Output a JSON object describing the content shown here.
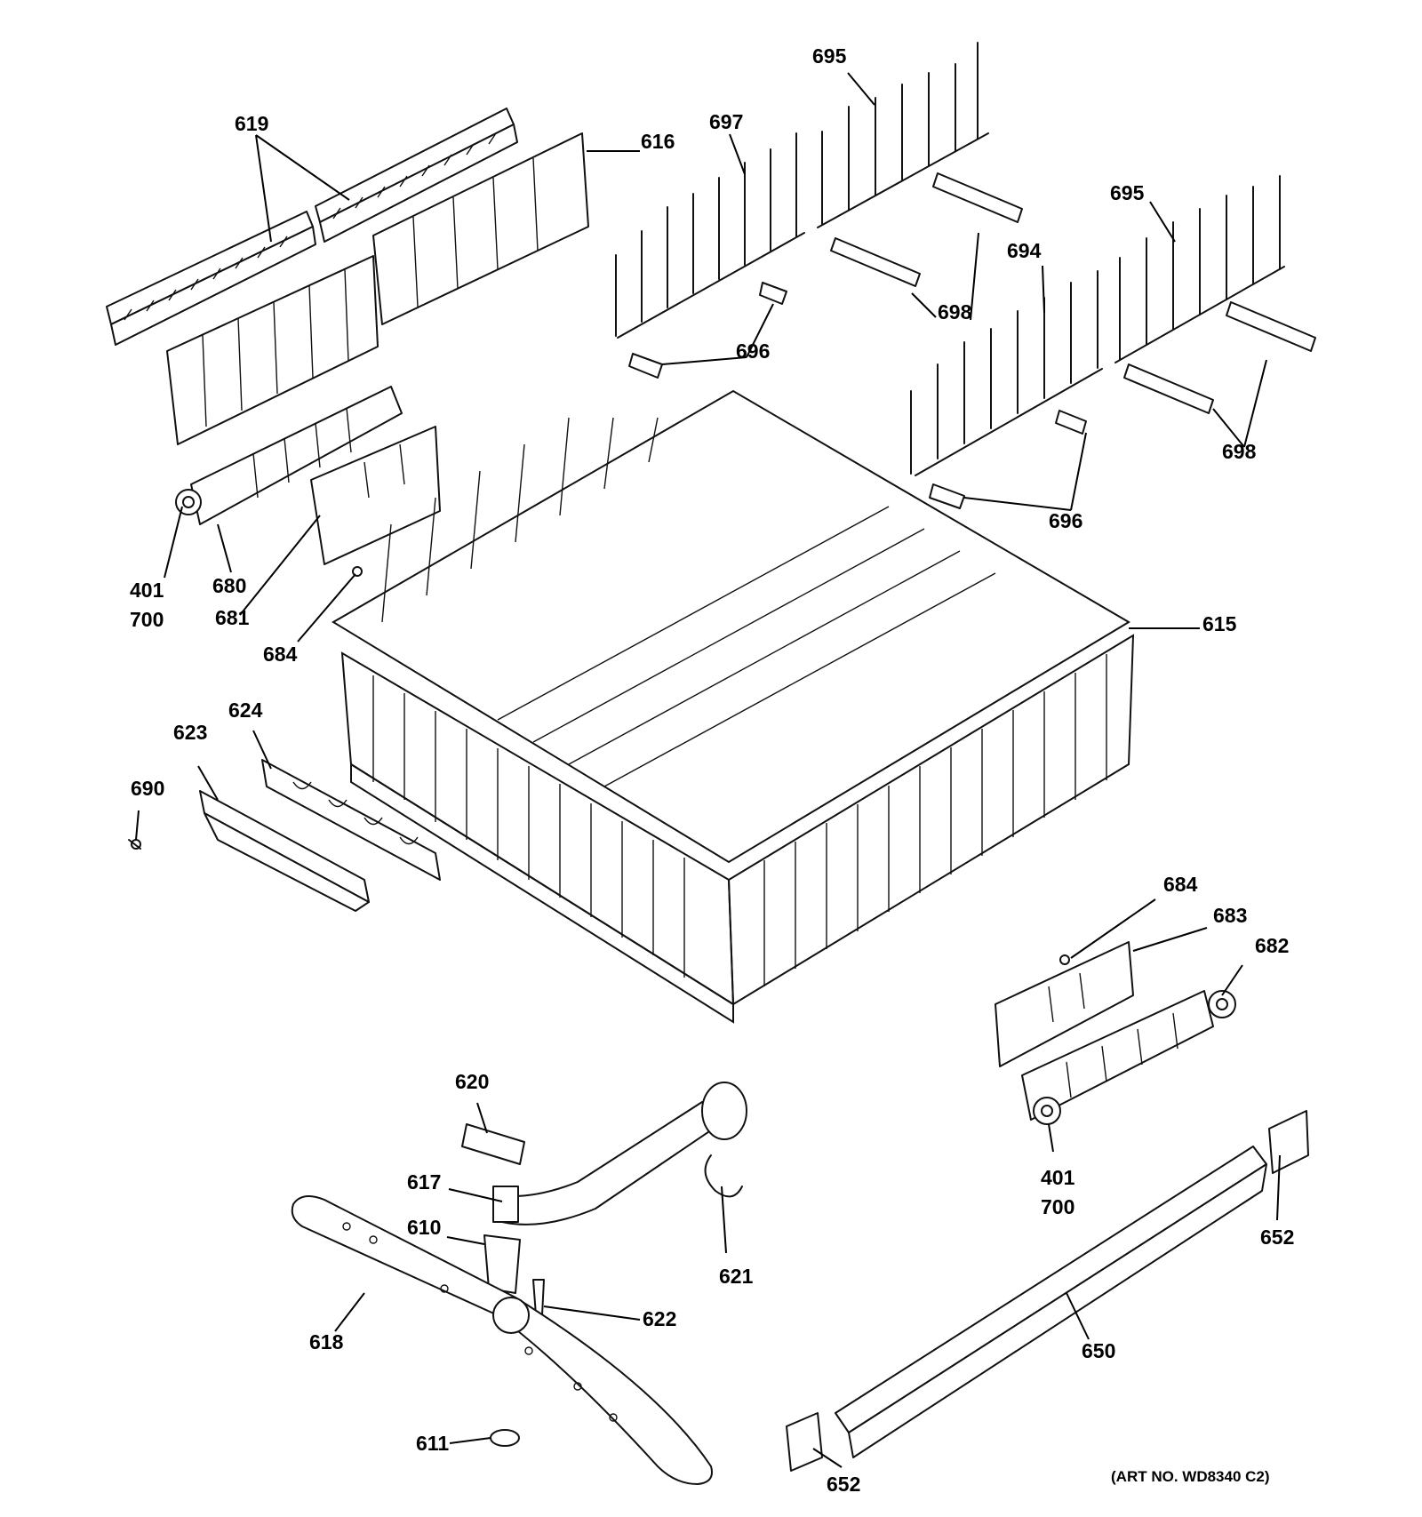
{
  "diagram": {
    "art_number": "(ART NO. WD8340 C2)",
    "labels": {
      "p619": "619",
      "p616": "616",
      "p697": "697",
      "p695a": "695",
      "p698a": "698",
      "p696a": "696",
      "p695b": "695",
      "p694": "694",
      "p698b": "698",
      "p696b": "696",
      "p401a": "401",
      "p700a": "700",
      "p680": "680",
      "p681": "681",
      "p684a": "684",
      "p615": "615",
      "p623": "623",
      "p624": "624",
      "p690": "690",
      "p684b": "684",
      "p683": "683",
      "p682": "682",
      "p401b": "401",
      "p700b": "700",
      "p620": "620",
      "p617": "617",
      "p621": "621",
      "p610": "610",
      "p622": "622",
      "p618": "618",
      "p611": "611",
      "p650": "650",
      "p652a": "652",
      "p652b": "652"
    }
  }
}
